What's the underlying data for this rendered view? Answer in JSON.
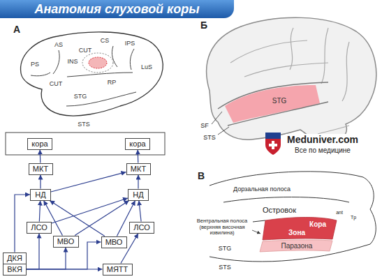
{
  "diagram": {
    "title": "Анатомия слуховой коры",
    "nodes": [
      {
        "text": [
          "кора"
        ]
      },
      {
        "text": [
          "кора"
        ]
      },
      {
        "text": [
          "МКТ"
        ]
      },
      {
        "text": [
          "МКТ"
        ]
      },
      {
        "text": [
          "НД"
        ]
      },
      {
        "text": [
          "НД"
        ]
      },
      {
        "text": [
          "ЛСО"
        ]
      },
      {
        "text": [
          "ЛСО"
        ]
      },
      {
        "text": [
          "МВО"
        ]
      },
      {
        "text": [
          "МВО"
        ]
      },
      {
        "text": [
          "ДКЯ"
        ]
      },
      {
        "text": [
          "ВКЯ"
        ]
      },
      {
        "text": [
          "МЯТТ"
        ]
      }
    ],
    "edges": [
      {
        "from": 2,
        "to": 0,
        "arrow": "to"
      },
      {
        "from": 3,
        "to": 1,
        "arrow": "to"
      },
      {
        "from": 4,
        "to": 2,
        "arrow": "to"
      },
      {
        "from": 5,
        "to": 3,
        "arrow": "to"
      },
      {
        "from": 4,
        "to": 3,
        "arrow": "to"
      },
      {
        "from": 6,
        "to": 4,
        "arrow": "to"
      },
      {
        "from": 8,
        "to": 4,
        "arrow": "to"
      },
      {
        "from": 8,
        "to": 5,
        "arrow": "to"
      },
      {
        "from": 6,
        "to": 5,
        "arrow": "to"
      },
      {
        "from": 7,
        "to": 5,
        "arrow": "to"
      },
      {
        "from": 9,
        "to": 5,
        "arrow": "to"
      },
      {
        "from": 9,
        "to": 4,
        "arrow": "to"
      },
      {
        "from": 10,
        "to": 4,
        "arrow": "to"
      },
      {
        "from": 11,
        "to": 6,
        "arrow": "to"
      },
      {
        "from": 11,
        "to": 8,
        "arrow": "to"
      },
      {
        "from": 11,
        "to": 9,
        "arrow": "to"
      },
      {
        "from": 11,
        "to": 12,
        "arrow": "to"
      },
      {
        "from": 12,
        "to": 7,
        "arrow": "to"
      }
    ],
    "labels": [
      "А",
      "AS",
      "CS",
      "IPS",
      "PS",
      "LuS",
      "INS",
      "CUT",
      "CUT",
      "RP",
      "STG",
      "STS",
      "Б",
      "STG",
      "SF",
      "STS",
      "Meduniver.com",
      "Все по медицине",
      "В",
      "Дорзальная полоса",
      "Островок",
      "ant",
      "Tp",
      "Вентральная полоса (верхняя височная извилина)",
      "Кора",
      "Зона",
      "Паразона",
      "STG",
      "STS"
    ]
  }
}
